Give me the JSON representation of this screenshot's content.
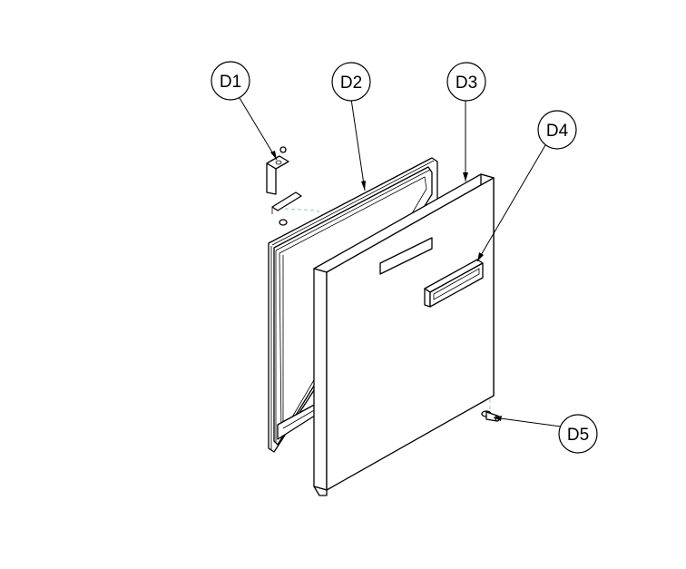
{
  "diagram": {
    "callouts": [
      {
        "id": "d1",
        "label": "D1"
      },
      {
        "id": "d2",
        "label": "D2"
      },
      {
        "id": "d3",
        "label": "D3"
      },
      {
        "id": "d4",
        "label": "D4"
      },
      {
        "id": "d5",
        "label": "D5"
      }
    ],
    "colors": {
      "line": "#000000",
      "hidden_line": "#7fd3c8",
      "background": "#ffffff"
    }
  }
}
